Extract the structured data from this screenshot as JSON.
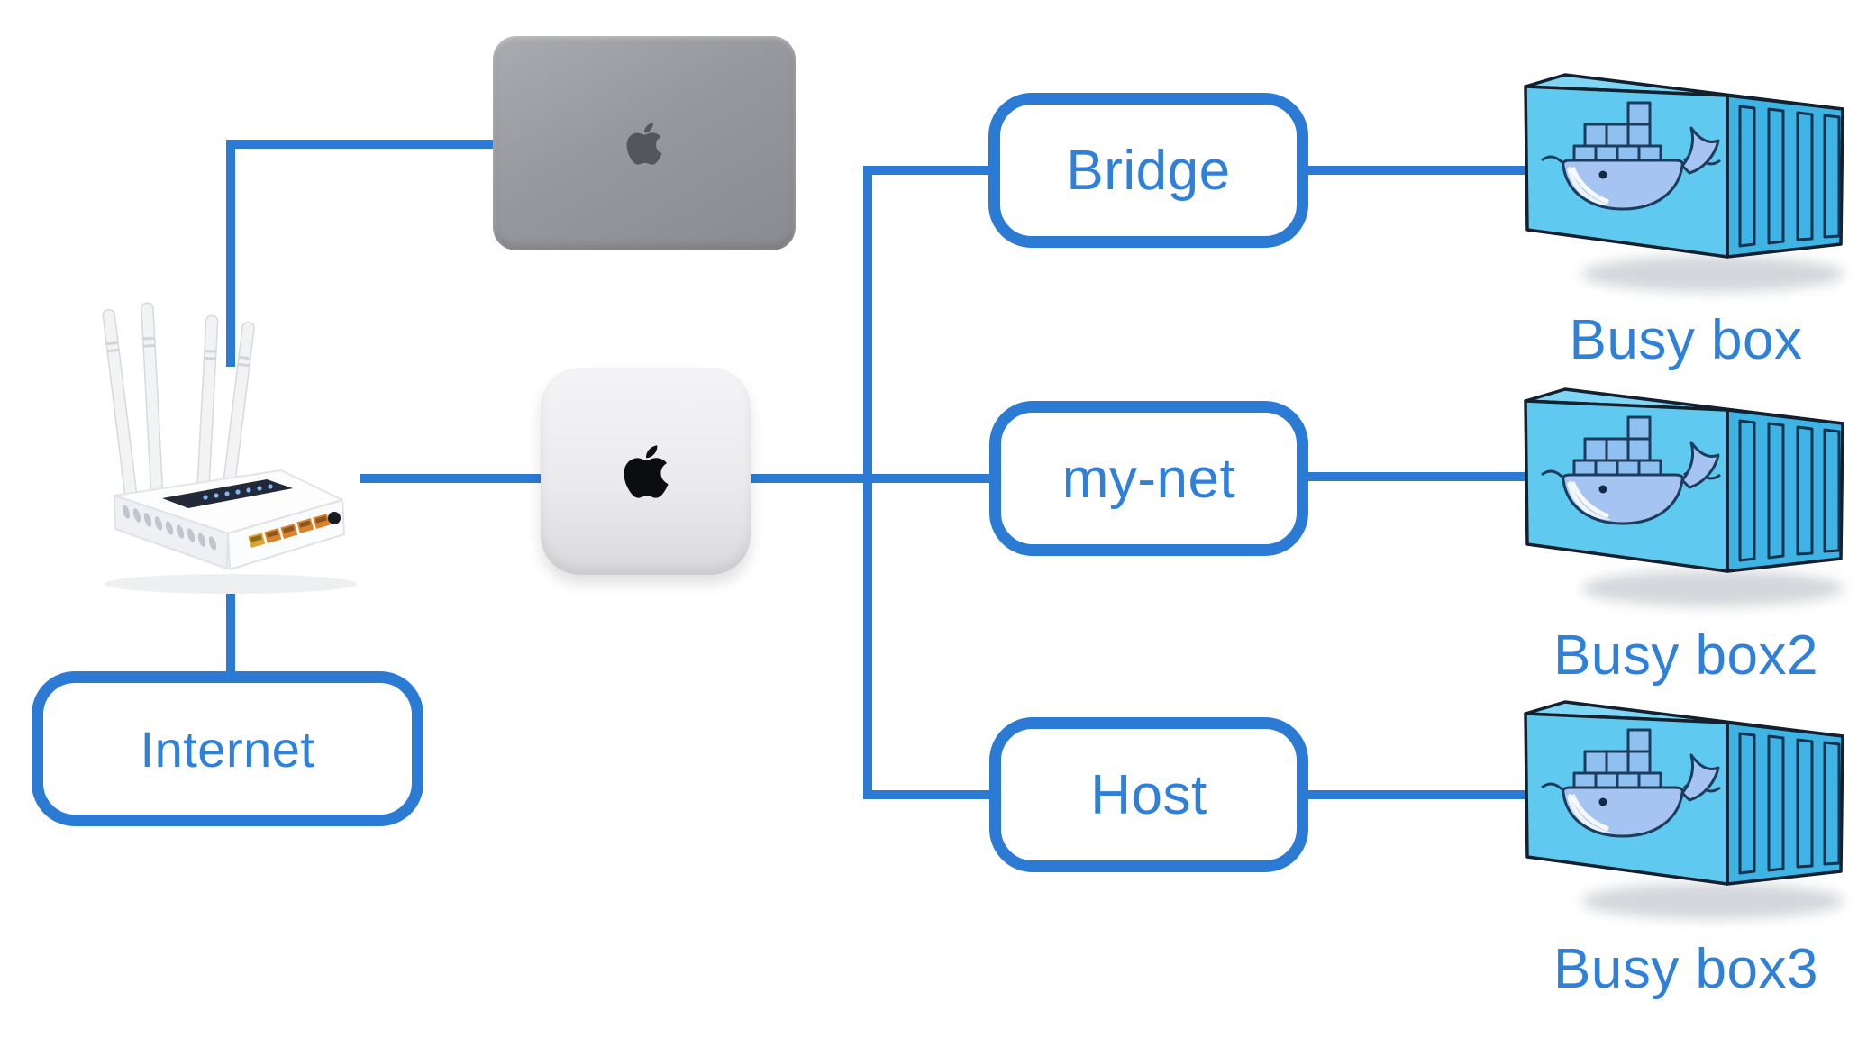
{
  "colors": {
    "accent": "#2b7bd4",
    "label_text": "#2e80d8"
  },
  "nodes": {
    "internet": {
      "label": "Internet"
    },
    "bridge": {
      "label": "Bridge"
    },
    "mynet": {
      "label": "my-net"
    },
    "host": {
      "label": "Host"
    }
  },
  "containers": [
    {
      "label": "Busy box"
    },
    {
      "label": "Busy box2"
    },
    {
      "label": "Busy box3"
    }
  ],
  "icons": {
    "router": "wifi-router-icon",
    "macbook": "macbook-lid-icon",
    "macmini": "mac-mini-icon",
    "container": "docker-container-icon",
    "whale": "docker-whale-icon",
    "apple": "apple-logo-icon"
  }
}
